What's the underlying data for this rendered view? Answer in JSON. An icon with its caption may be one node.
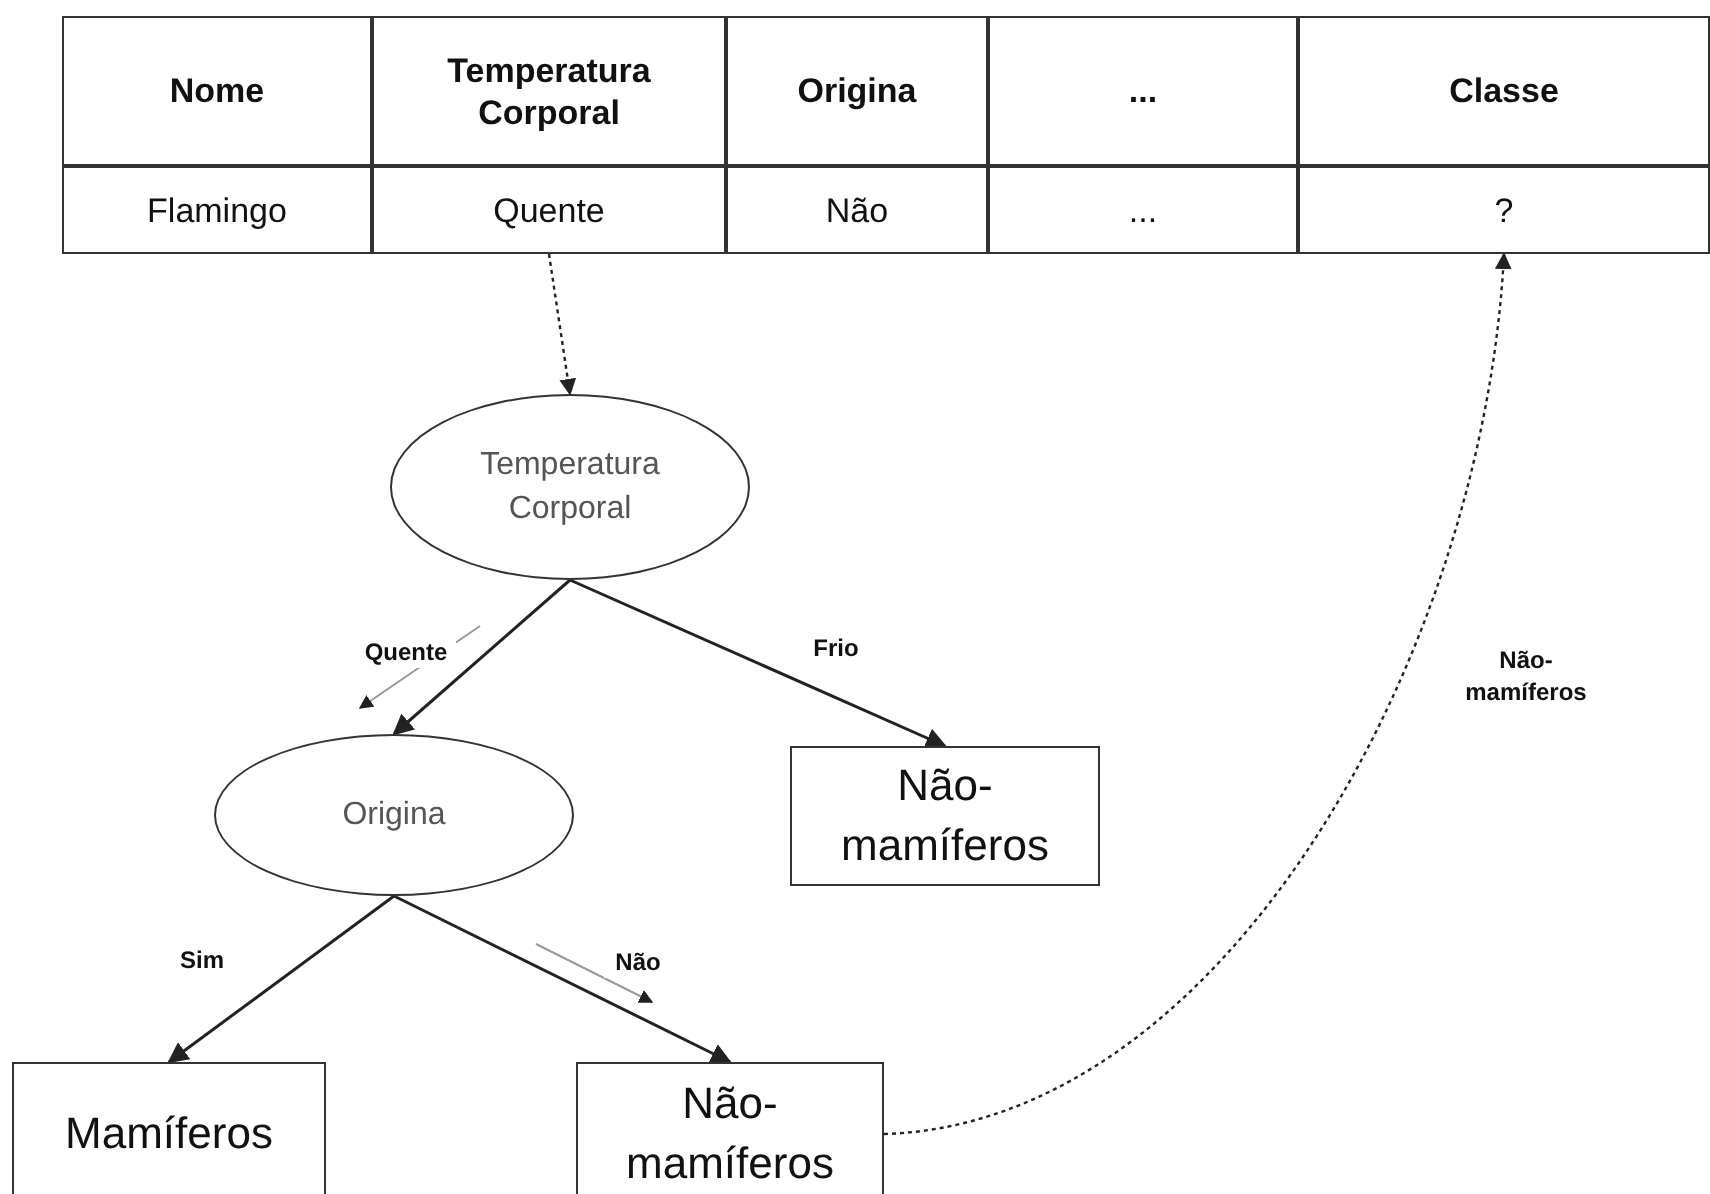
{
  "diagram": {
    "nodes": [
      {
        "text": [
          "Nome"
        ]
      },
      {
        "text": [
          "Temperatura Corporal"
        ]
      },
      {
        "text": [
          "Origina"
        ]
      },
      {
        "text": [
          "..."
        ]
      },
      {
        "text": [
          "Classe"
        ]
      },
      {
        "text": [
          "Flamingo"
        ]
      },
      {
        "text": [
          "Quente"
        ]
      },
      {
        "text": [
          "Não"
        ]
      },
      {
        "text": [
          "..."
        ]
      },
      {
        "text": [
          "?"
        ]
      },
      {
        "text": [
          "Temperatura Corporal"
        ]
      },
      {
        "text": [
          "Origina"
        ]
      },
      {
        "text": [
          "Não-mamíferos"
        ]
      },
      {
        "text": [
          "Mamíferos"
        ]
      },
      {
        "text": [
          "Não-mamíferos"
        ]
      }
    ],
    "edges": [
      {
        "from": 6,
        "to": 10,
        "arrow": "to",
        "style": "dashed"
      },
      {
        "from": 10,
        "to": 11,
        "arrow": "to",
        "label": "Quente"
      },
      {
        "from": 10,
        "to": 12,
        "arrow": "to",
        "label": "Frio"
      },
      {
        "from": 11,
        "to": 13,
        "arrow": "to",
        "label": "Sim"
      },
      {
        "from": 11,
        "to": 14,
        "arrow": "to",
        "label": "Não"
      },
      {
        "from": 14,
        "to": 9,
        "arrow": "to",
        "style": "dashed",
        "label": "Não-mamíferos"
      }
    ]
  }
}
